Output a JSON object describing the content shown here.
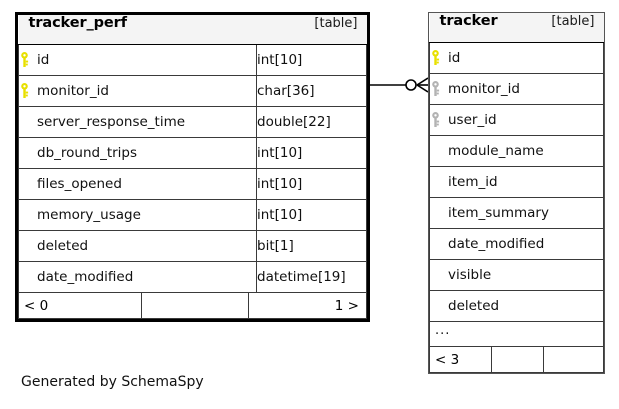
{
  "diagram": {
    "caption": "Generated by SchemaSpy",
    "key_color_primary": "#e8e000",
    "key_color_foreign": "#b3b3b3",
    "focus_border_color": "#000000",
    "related_border_color": "#555555",
    "header_background": "#f4f4f4"
  },
  "tables": {
    "focus": {
      "name": "tracker_perf",
      "tag": "[table]",
      "columns": [
        {
          "key": "primary",
          "name": "id",
          "type": "int[10]"
        },
        {
          "key": "primary",
          "name": "monitor_id",
          "type": "char[36]"
        },
        {
          "key": "none",
          "name": "server_response_time",
          "type": "double[22]"
        },
        {
          "key": "none",
          "name": "db_round_trips",
          "type": "int[10]"
        },
        {
          "key": "none",
          "name": "files_opened",
          "type": "int[10]"
        },
        {
          "key": "none",
          "name": "memory_usage",
          "type": "int[10]"
        },
        {
          "key": "none",
          "name": "deleted",
          "type": "bit[1]"
        },
        {
          "key": "none",
          "name": "date_modified",
          "type": "datetime[19]"
        }
      ],
      "footer": {
        "left": "< 0",
        "middle": "",
        "right": "1 >"
      }
    },
    "related": {
      "name": "tracker",
      "tag": "[table]",
      "columns": [
        {
          "key": "primary",
          "name": "id"
        },
        {
          "key": "foreign",
          "name": "monitor_id"
        },
        {
          "key": "foreign",
          "name": "user_id"
        },
        {
          "key": "none",
          "name": "module_name"
        },
        {
          "key": "none",
          "name": "item_id"
        },
        {
          "key": "none",
          "name": "item_summary"
        },
        {
          "key": "none",
          "name": "date_modified"
        },
        {
          "key": "none",
          "name": "visible"
        },
        {
          "key": "none",
          "name": "deleted"
        }
      ],
      "ellipsis": "...",
      "footer": {
        "left": "< 3",
        "middle": "",
        "right": ""
      }
    }
  },
  "relationship": {
    "from_table": "tracker_perf",
    "from_column": "monitor_id",
    "to_table": "tracker",
    "to_column": "monitor_id",
    "notation": "zero-or-many"
  }
}
